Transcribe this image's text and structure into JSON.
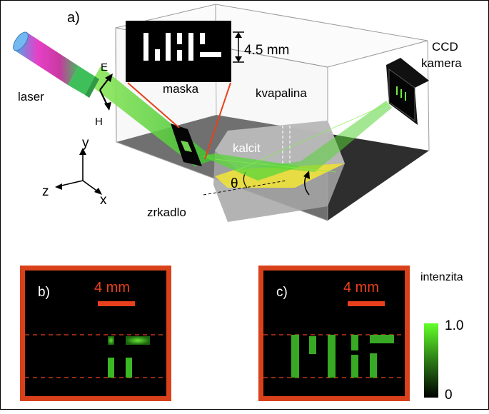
{
  "panel_a": {
    "label": "a)",
    "laser": "laser",
    "e_field": "E",
    "h_field": "H",
    "mask": "maska",
    "dimension": "4.5 mm",
    "liquid": "kvapalina",
    "calcite": "kalcit",
    "angle": "θ",
    "mirror": "zrkadlo",
    "camera_line1": "CCD",
    "camera_line2": "kamera",
    "axis_x": "x",
    "axis_y": "y",
    "axis_z": "z"
  },
  "panel_b": {
    "label": "b)",
    "scale": "4 mm"
  },
  "panel_c": {
    "label": "c)",
    "scale": "4 mm"
  },
  "colorbar": {
    "title": "intenzita",
    "max_label": "1.0",
    "min_label": "0"
  },
  "colors": {
    "beam_green": "#4fe03a",
    "highlight_red": "#e8401c",
    "frame_orange": "#d9411a",
    "calcite_yellow": "#f0e23a"
  }
}
